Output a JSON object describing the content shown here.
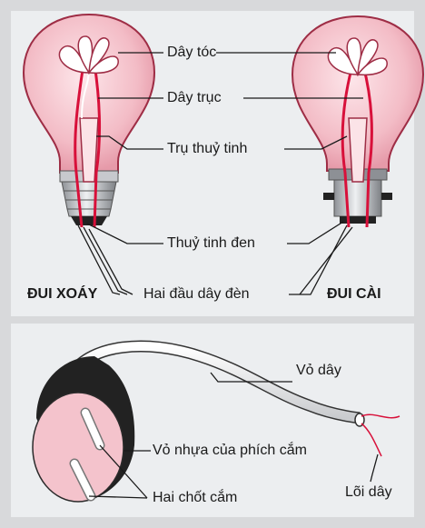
{
  "top": {
    "labels": {
      "filament": "Dây tóc",
      "support_wire": "Dây trục",
      "glass_stem": "Trụ thuỷ tinh",
      "black_glass": "Thuỷ tinh đen",
      "terminals": "Hai đầu dây đèn"
    },
    "left_bulb_caption": "ĐUI XOÁY",
    "right_bulb_caption": "ĐUI CÀI"
  },
  "bottom": {
    "labels": {
      "cable_sheath": "Vỏ dây",
      "plug_body": "Vỏ nhựa của phích cắm",
      "pins": "Hai chốt cắm",
      "core": "Lõi dây"
    }
  },
  "colors": {
    "glass": "#f6c9d0",
    "glass_edge": "#9e2d45",
    "wire": "#d8103a",
    "plug_face": "#f4c3cc",
    "plug_back": "#222222",
    "base_silver": "#b9bcc1"
  }
}
